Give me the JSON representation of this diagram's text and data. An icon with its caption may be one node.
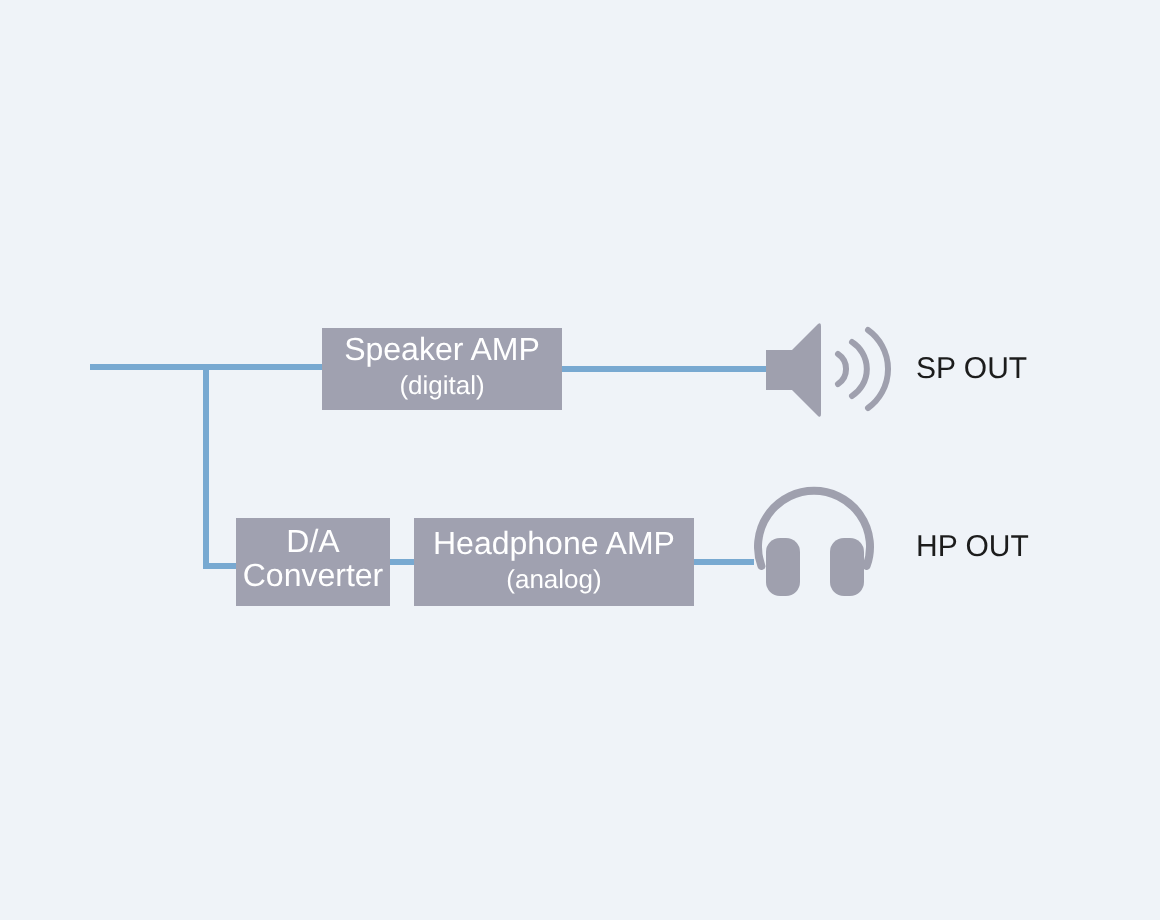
{
  "diagram": {
    "nodes": [
      {
        "text": [
          "Speaker AMP",
          "(digital)"
        ]
      },
      {
        "text": [
          "D/A Converter"
        ]
      },
      {
        "text": [
          "Headphone AMP",
          "(analog)"
        ]
      },
      {
        "text": [],
        "shape": "picture",
        "beside": [
          "SP OUT"
        ]
      },
      {
        "text": [],
        "shape": "picture",
        "beside": [
          "HP OUT"
        ]
      }
    ],
    "edges": [
      {
        "from": null,
        "to": 0,
        "arrow": "none"
      },
      {
        "from": null,
        "to": 1,
        "arrow": "none"
      },
      {
        "from": 0,
        "to": 3,
        "arrow": "none"
      },
      {
        "from": 1,
        "to": 2,
        "arrow": "none"
      },
      {
        "from": 2,
        "to": 4,
        "arrow": "none"
      }
    ]
  }
}
